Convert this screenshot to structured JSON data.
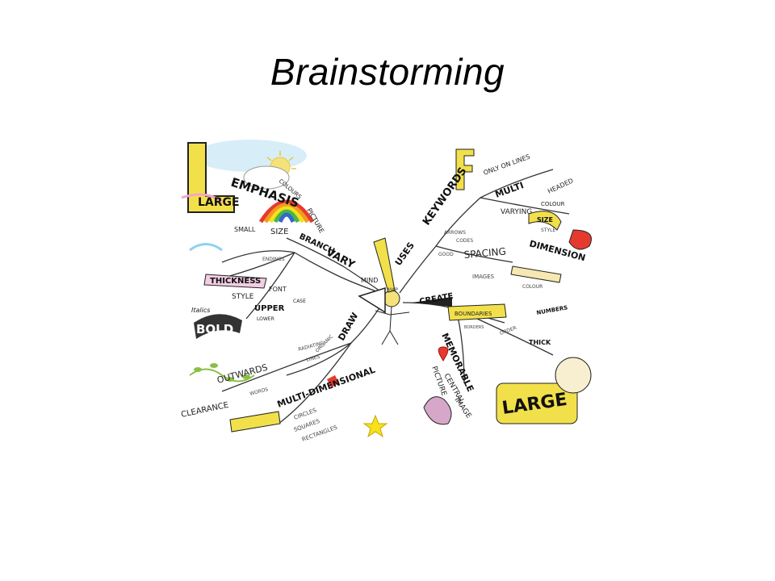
{
  "slide": {
    "title": "Brainstorming"
  },
  "mindmap": {
    "center": "MIND",
    "center_sub": "MAP",
    "branches": {
      "uses": "USES",
      "keywords": "KEYWORDS",
      "only_on_lines": "ONLY ON LINES",
      "multi": "MULTI",
      "headed": "HEADED",
      "varying": "VARYING",
      "colour": "COLOUR",
      "size": "SIZE",
      "style": "STYLE",
      "dimension": "DIMENSION",
      "arrows": "ARROWS",
      "codes": "CODES",
      "good": "GOOD",
      "spacing": "SPACING",
      "images": "IMAGES",
      "colour2": "COLOUR",
      "create": "CREATE",
      "boundaries": "BOUNDARIES",
      "borders": "BORDERS",
      "numbers": "NUMBERS",
      "order": "ORDER",
      "memorable": "MEMORABLE",
      "picture": "PICTURE",
      "central": "CENTRAL",
      "image": "IMAGE",
      "thick": "THICK",
      "large": "LARGE",
      "draw": "DRAW",
      "radiating": "RADIATING",
      "lines": "LINES",
      "organic": "ORGANIC",
      "multi_dimensional": "MULTI-DIMENSIONAL",
      "circles": "CIRCLES",
      "squares": "SQUARES",
      "rectangles": "RECTANGLES",
      "outwards": "OUTWARDS",
      "clearance": "CLEARANCE",
      "words": "WORDS",
      "vary": "VARY",
      "branch": "BRANCH",
      "picture_left": "PICTURE",
      "emphasis": "EMPHASIS",
      "colours": "COLOURS",
      "large_left": "LARGE",
      "size_left": "SIZE",
      "small": "SMALL",
      "endings": "ENDINGS",
      "thickness": "THICKNESS",
      "italics": "Italics",
      "style_left": "STYLE",
      "font": "FONT",
      "upper": "UPPER",
      "lower": "LOWER",
      "case": "CASE",
      "bold": "BOLD"
    }
  }
}
